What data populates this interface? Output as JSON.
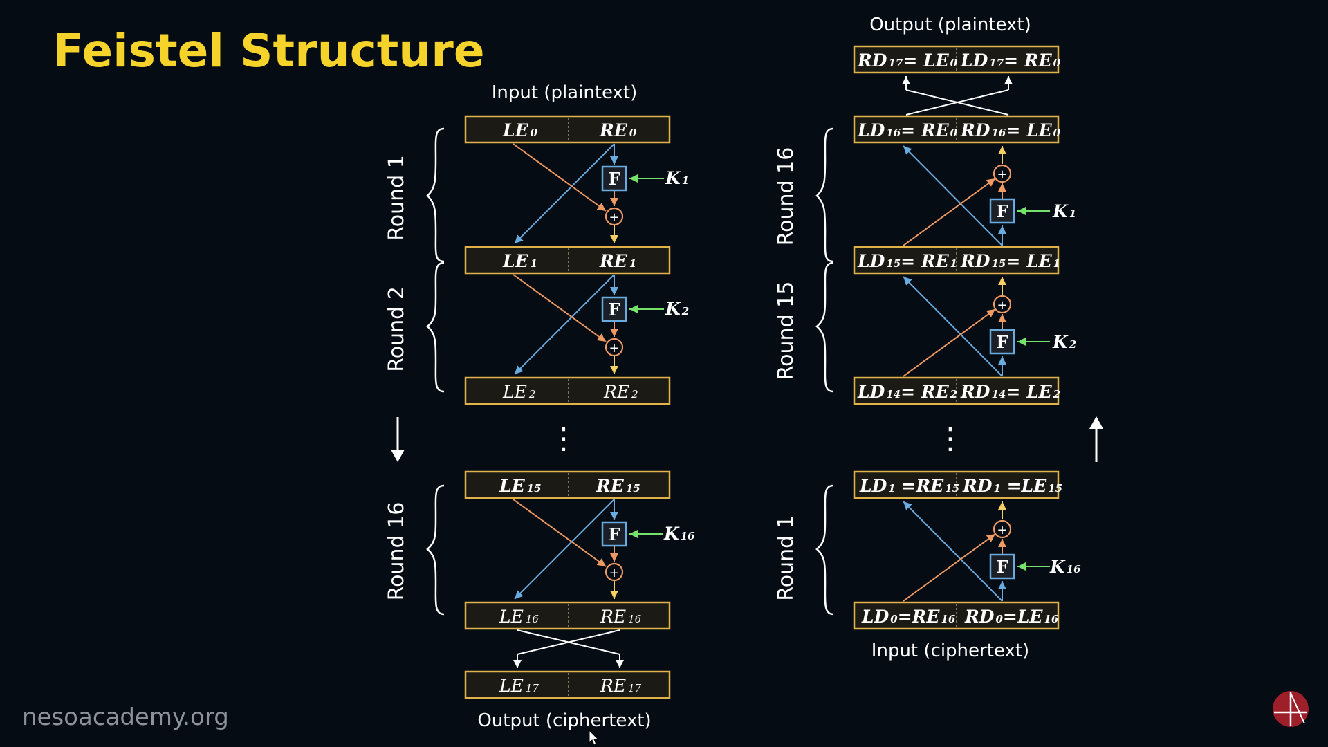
{
  "title": "Feistel Structure",
  "watermark": "nesoacademy.org",
  "logo_icon": "neso-academy-logo-icon",
  "colors": {
    "title": "#f6d32a",
    "box_border": "#e2b24a",
    "right_path": "#69aadf",
    "left_path": "#ef9a63",
    "key_path": "#74e26b",
    "output_path": "#f6cf63"
  },
  "encryption": {
    "input_label": "Input (plaintext)",
    "output_label": "Output (ciphertext)",
    "round_labels": [
      "Round 1",
      "Round 2",
      "Round 16"
    ],
    "rows": [
      {
        "left": "LE",
        "left_sub": "0",
        "right": "RE",
        "right_sub": "0"
      },
      {
        "left": "LE",
        "left_sub": "1",
        "right": "RE",
        "right_sub": "1"
      },
      {
        "left": "LE",
        "left_sub": "2",
        "right": "RE",
        "right_sub": "2"
      },
      {
        "left": "LE",
        "left_sub": "15",
        "right": "RE",
        "right_sub": "15"
      },
      {
        "left": "LE",
        "left_sub": "16",
        "right": "RE",
        "right_sub": "16"
      },
      {
        "left": "LE",
        "left_sub": "17",
        "right": "RE",
        "right_sub": "17"
      }
    ],
    "f_label": "F",
    "keys": [
      {
        "k": "K",
        "sub": "1"
      },
      {
        "k": "K",
        "sub": "2"
      },
      {
        "k": "K",
        "sub": "16"
      }
    ]
  },
  "decryption": {
    "output_label": "Output (plaintext)",
    "input_label": "Input (ciphertext)",
    "round_labels": [
      "Round 16",
      "Round 15",
      "Round 1"
    ],
    "rows": [
      {
        "l1": "RD",
        "l1s": "17",
        "l2": "= LE",
        "l2s": "0",
        "r1": "LD",
        "r1s": "17",
        "r2": "= RE",
        "r2s": "0"
      },
      {
        "l1": "LD",
        "l1s": "16",
        "l2": "= RE",
        "l2s": "0",
        "r1": "RD",
        "r1s": "16",
        "r2": "= LE",
        "r2s": "0"
      },
      {
        "l1": "LD",
        "l1s": "15",
        "l2": "= RE",
        "l2s": "1",
        "r1": "RD",
        "r1s": "15",
        "r2": "= LE",
        "r2s": "1"
      },
      {
        "l1": "LD",
        "l1s": "14",
        "l2": "= RE",
        "l2s": "2",
        "r1": "RD",
        "r1s": "14",
        "r2": "= LE",
        "r2s": "2"
      },
      {
        "l1": "LD",
        "l1s": "1",
        "l2": " =RE",
        "l2s": "15",
        "r1": "RD",
        "r1s": "1",
        "r2": " =LE",
        "r2s": "15"
      },
      {
        "l1": "LD",
        "l1s": "0",
        "l2": "=RE",
        "l2s": "16",
        "r1": "RD",
        "r1s": "0",
        "r2": "=LE",
        "r2s": "16"
      }
    ],
    "f_label": "F",
    "keys": [
      {
        "k": "K",
        "sub": "1"
      },
      {
        "k": "K",
        "sub": "2"
      },
      {
        "k": "K",
        "sub": "16"
      }
    ]
  },
  "dots": "⋮",
  "xor_symbol": "+"
}
